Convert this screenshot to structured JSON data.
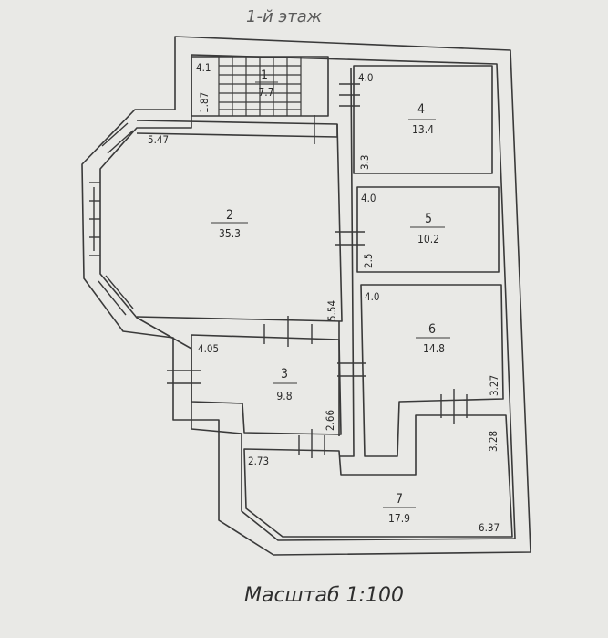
{
  "title": "1-й этаж",
  "scale": "Масштаб 1:100",
  "rooms": [
    {
      "id": "1",
      "area": "7.7"
    },
    {
      "id": "2",
      "area": "35.3"
    },
    {
      "id": "3",
      "area": "9.8"
    },
    {
      "id": "4",
      "area": "13.4"
    },
    {
      "id": "5",
      "area": "10.2"
    },
    {
      "id": "6",
      "area": "14.8"
    },
    {
      "id": "7",
      "area": "17.9"
    }
  ],
  "dimensions": {
    "r1_width": "4.1",
    "r1_height": "1.87",
    "r2_width": "5.47",
    "r2_height": "5.54",
    "r3_width": "4.05",
    "r3_height": "2.66",
    "r4_width": "4.0",
    "r4_height": "3.3",
    "r5_width": "4.0",
    "r5_height": "2.5",
    "r6_width": "4.0",
    "r6_height": "3.27",
    "r7_width": "2.73",
    "r7_height": "3.28",
    "r7_length": "6.37"
  }
}
